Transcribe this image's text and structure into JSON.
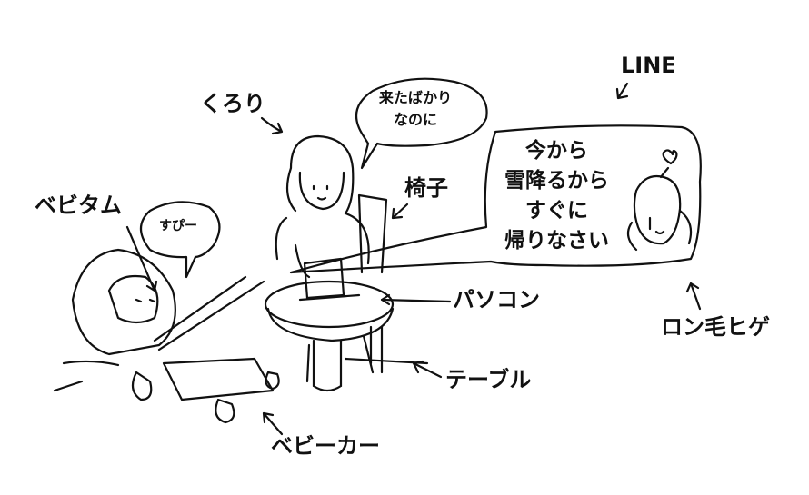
{
  "labels": {
    "line": "LINE",
    "kurori": "くろり",
    "chair": "椅子",
    "bebitamu": "ベビタム",
    "pc": "パソコン",
    "ronge_hige": "ロン毛ヒゲ",
    "table": "テーブル",
    "stroller": "ベビーカー"
  },
  "bubbles": {
    "kurori_speech": [
      "来たばかり",
      "なのに"
    ],
    "baby_speech": "すぴー",
    "line_message": [
      "今から",
      "雪降るから",
      "すぐに",
      "帰りなさい"
    ]
  }
}
